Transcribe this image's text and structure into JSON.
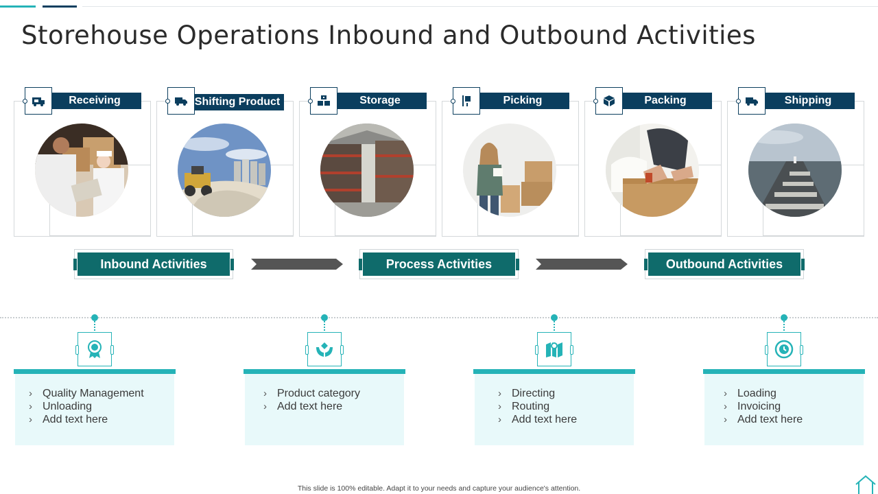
{
  "title": "Storehouse Operations Inbound and Outbound Activities",
  "stages": [
    {
      "label": "Receiving",
      "icon": "receiving-icon"
    },
    {
      "label": "Shifting Product",
      "icon": "truck-icon"
    },
    {
      "label": "Storage",
      "icon": "storage-boxes-icon"
    },
    {
      "label": "Picking",
      "icon": "picking-icon"
    },
    {
      "label": "Packing",
      "icon": "package-icon"
    },
    {
      "label": "Shipping",
      "icon": "truck-icon"
    }
  ],
  "activities": {
    "inbound": "Inbound Activities",
    "process": "Process Activities",
    "outbound": "Outbound Activities"
  },
  "columns": [
    {
      "icon": "award-badge-icon",
      "items": [
        "Quality Management",
        "Unloading",
        "Add text here"
      ]
    },
    {
      "icon": "hands-care-icon",
      "items": [
        "Product category",
        "Add text here"
      ]
    },
    {
      "icon": "map-location-icon",
      "items": [
        "Directing",
        "Routing",
        "Add text here"
      ]
    },
    {
      "icon": "clock-time-icon",
      "items": [
        "Loading",
        "Invoicing",
        "Add text here"
      ]
    }
  ],
  "footer": "This slide is 100% editable. Adapt it to your needs and capture your audience's attention.",
  "colors": {
    "navy": "#0b3e5e",
    "teal_dark": "#0f6b6b",
    "teal_light": "#25b3b7",
    "panel_bg": "#e8f9fa"
  }
}
